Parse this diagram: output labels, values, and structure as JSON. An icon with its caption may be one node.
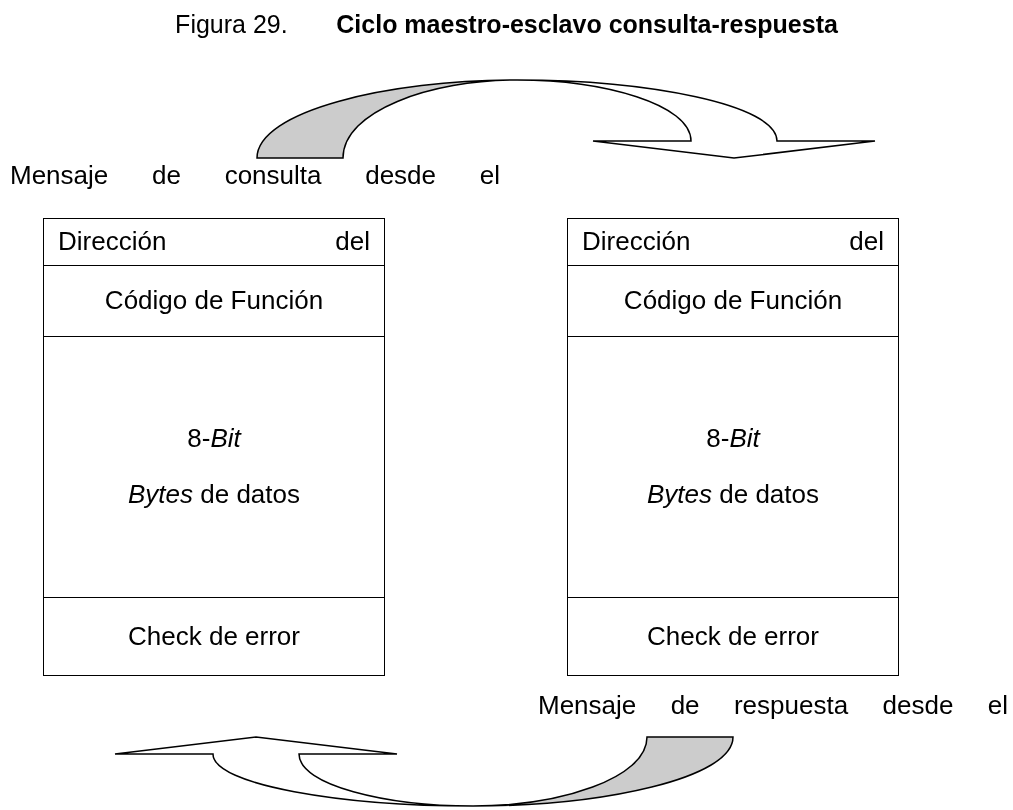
{
  "diagram": {
    "title": "Figura 29.       **Ciclo maestro-esclavo consulta-respuesta**",
    "nodes": [
      {
        "text": [
          "Mensaje de consulta desde el"
        ]
      },
      {
        "text": [
          "Dirección del"
        ],
        "in": 0
      },
      {
        "text": [
          "Código de Función"
        ],
        "in": 0
      },
      {
        "text": [
          "8-*Bit*",
          "*Bytes* de datos"
        ],
        "in": 0
      },
      {
        "text": [
          "Check de error"
        ],
        "in": 0
      },
      {
        "text": [
          "Mensaje de respuesta desde el"
        ]
      },
      {
        "text": [
          "Dirección del"
        ],
        "in": 5
      },
      {
        "text": [
          "Código de Función"
        ],
        "in": 5
      },
      {
        "text": [
          "8-*Bit*",
          "*Bytes* de datos"
        ],
        "in": 5
      },
      {
        "text": [
          "Check de error"
        ],
        "in": 5
      }
    ],
    "edges": [
      {
        "from": 0,
        "to": 5,
        "arrow": "to"
      },
      {
        "from": 5,
        "to": 0,
        "arrow": "to"
      }
    ]
  }
}
